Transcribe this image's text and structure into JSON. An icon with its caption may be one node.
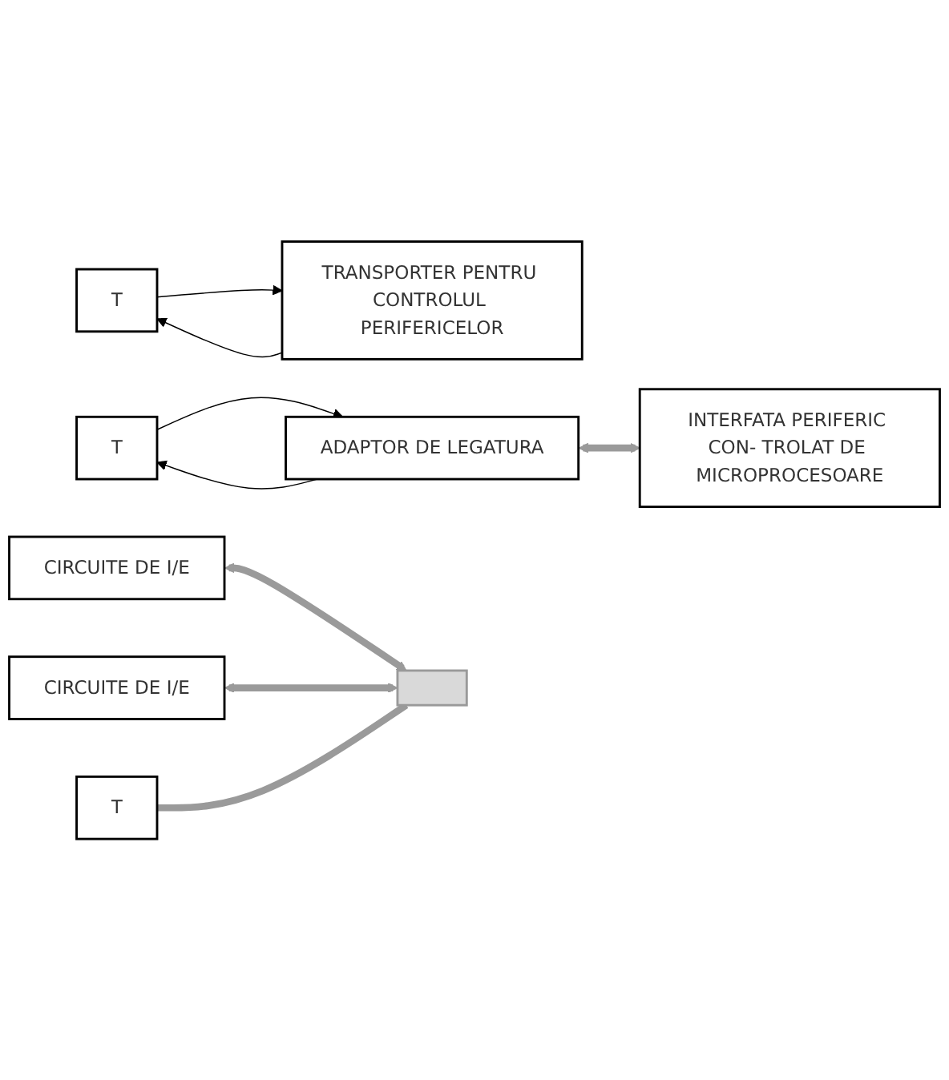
{
  "diagram": {
    "nodes": [
      {
        "text": [
          "T"
        ]
      },
      {
        "text": [
          "TRANSPORTER PENTRU CONTROLUL PERIFERICELOR"
        ]
      },
      {
        "text": [
          "T"
        ]
      },
      {
        "text": [
          "ADAPTOR DE LEGATURA"
        ]
      },
      {
        "text": [
          "INTERFATA PERIFERIC CON- TROLAT DE MICROPROCESOARE"
        ]
      },
      {
        "text": [
          "T"
        ]
      },
      {
        "text": [
          "CIRCUITE DE I/E"
        ]
      },
      {
        "text": [
          "CIRCUITE DE I/E"
        ]
      },
      {
        "text": [],
        "shape": "bar"
      }
    ],
    "edges": [
      {
        "from": 0,
        "to": 1,
        "arrow": "to"
      },
      {
        "from": 1,
        "to": 0,
        "arrow": "to"
      },
      {
        "from": 2,
        "to": 3,
        "arrow": "to"
      },
      {
        "from": 3,
        "to": 2,
        "arrow": "to"
      },
      {
        "from": 3,
        "to": 4,
        "arrow": "both",
        "style": "thick",
        "color": "#9a9a9a"
      },
      {
        "from": 6,
        "to": 8,
        "arrow": "both",
        "style": "thick",
        "color": "#9a9a9a"
      },
      {
        "from": 7,
        "to": 8,
        "arrow": "both",
        "style": "thick",
        "color": "#9a9a9a"
      },
      {
        "from": 5,
        "to": 8,
        "arrow": "none",
        "style": "thick",
        "color": "#9a9a9a"
      }
    ]
  }
}
